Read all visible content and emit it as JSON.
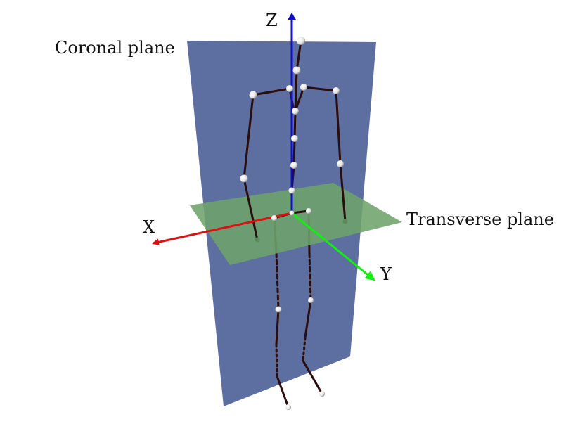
{
  "labels": {
    "coronal_plane": "Coronal plane",
    "transverse_plane": "Transverse plane",
    "axis_x": "X",
    "axis_y": "Y",
    "axis_z": "Z"
  },
  "colors": {
    "coronal_plane": "#4a5f96",
    "transverse_plane": "#6ea36a",
    "axis_x": "#dd1111",
    "axis_y": "#11ee11",
    "axis_z": "#1111cc",
    "bone": "#2a0d0d",
    "joint": "#f2f2f2"
  }
}
